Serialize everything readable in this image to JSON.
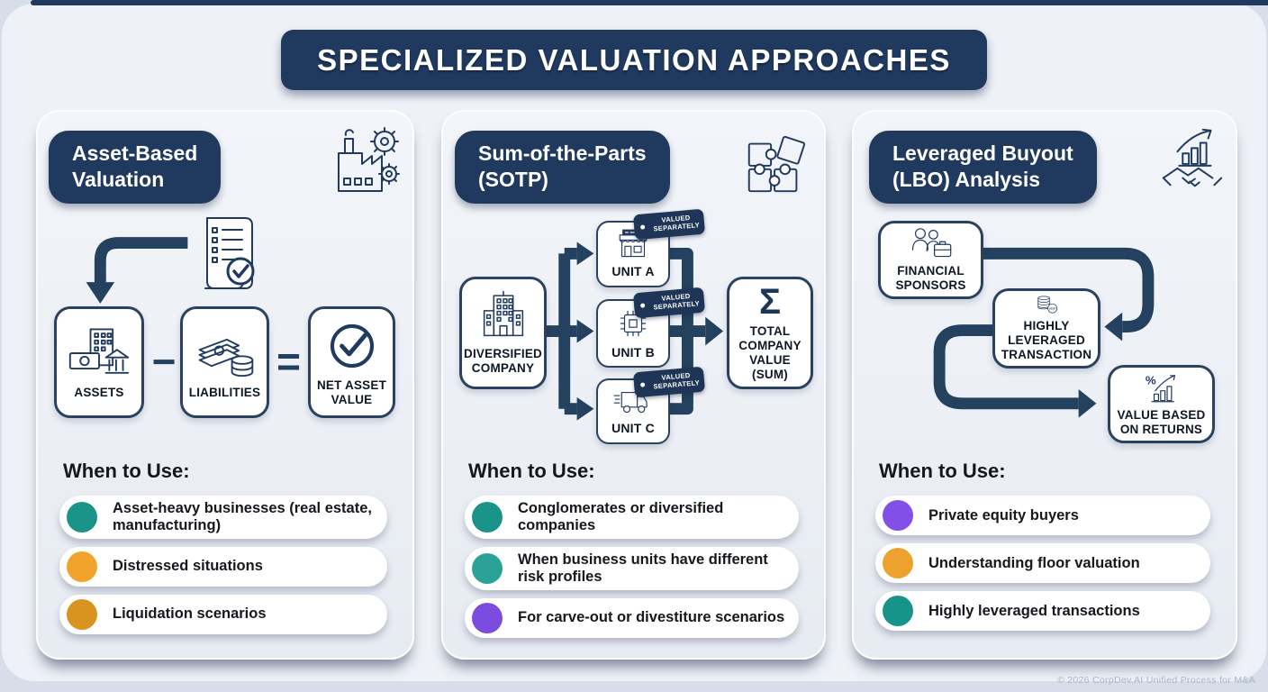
{
  "title": "SPECIALIZED VALUATION APPROACHES",
  "footer": "© 2026 CorpDev.AI Unified Process for M&A",
  "colors": {
    "navy": "#20395e",
    "page_bg": "#eef1f7"
  },
  "panels": [
    {
      "header": {
        "line1": "Asset-Based",
        "line2": "Valuation"
      },
      "icon": "factory-gears-icon",
      "flow": {
        "minus": "−",
        "equals": "=",
        "nodes": [
          {
            "label": "ASSETS",
            "icon": "assets-icon"
          },
          {
            "label": "LIABILITIES",
            "icon": "liabilities-icon"
          },
          {
            "label": "NET ASSET VALUE",
            "icon": "check-circle-icon"
          }
        ]
      },
      "when": {
        "heading": "When to Use:",
        "items": [
          {
            "color": "#1a9489",
            "label": "Asset-heavy businesses (real estate, manufacturing)"
          },
          {
            "color": "#f0a42c",
            "label": "Distressed situations"
          },
          {
            "color": "#d9941f",
            "label": "Liquidation scenarios"
          }
        ]
      }
    },
    {
      "header": {
        "line1": "Sum-of-the-Parts",
        "line2": "(SOTP)"
      },
      "icon": "puzzle-icon",
      "flow": {
        "source": {
          "label": "DIVERSIFIED COMPANY",
          "icon": "company-building-icon"
        },
        "badge": "VALUED SEPARATELY",
        "units": [
          {
            "label": "UNIT A",
            "icon": "store-icon"
          },
          {
            "label": "UNIT B",
            "icon": "chip-icon"
          },
          {
            "label": "UNIT C",
            "icon": "truck-icon"
          }
        ],
        "total": {
          "sigma": "Σ",
          "label": "TOTAL COMPANY VALUE (SUM)"
        }
      },
      "when": {
        "heading": "When to Use:",
        "items": [
          {
            "color": "#1a9489",
            "label": "Conglomerates or diversified companies"
          },
          {
            "color": "#2aa396",
            "label": "When business units have different risk profiles"
          },
          {
            "color": "#7c4be0",
            "label": "For carve-out or divestiture scenarios"
          }
        ]
      }
    },
    {
      "header": {
        "line1": "Leveraged Buyout",
        "line2": "(LBO) Analysis"
      },
      "icon": "handshake-chart-icon",
      "flow": {
        "debt_coin": "DEBT",
        "returns_pct": "%",
        "nodes": [
          {
            "label": "FINANCIAL SPONSORS",
            "icon": "sponsors-icon"
          },
          {
            "label": "HIGHLY LEVERAGED TRANSACTION",
            "icon": "debt-coins-icon"
          },
          {
            "label": "VALUE BASED ON RETURNS",
            "icon": "returns-icon"
          }
        ]
      },
      "when": {
        "heading": "When to Use:",
        "items": [
          {
            "color": "#8250e8",
            "label": "Private equity buyers"
          },
          {
            "color": "#eda12f",
            "label": "Understanding floor valuation"
          },
          {
            "color": "#17948a",
            "label": "Highly leveraged transactions"
          }
        ]
      }
    }
  ]
}
